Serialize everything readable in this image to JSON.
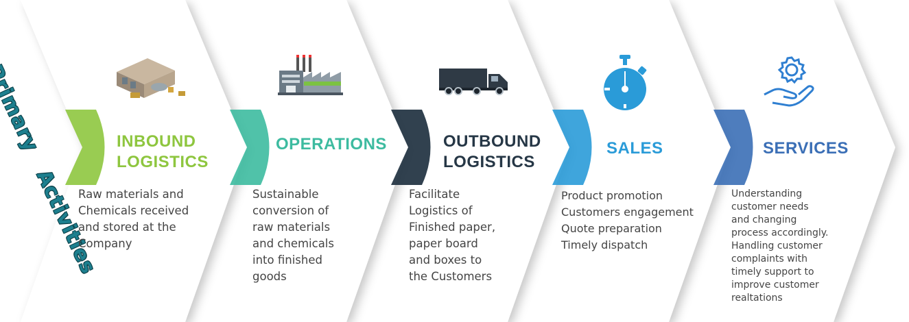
{
  "side_label": {
    "word1": "Primary",
    "word2": "Activities"
  },
  "stages": [
    {
      "title_line1": "INBOUND",
      "title_line2": "LOGISTICS",
      "color": "#8ec63f",
      "icon": "warehouse-icon",
      "description": [
        "Raw materials and",
        "Chemicals received",
        "and stored at the",
        "Company"
      ]
    },
    {
      "title_line1": "OPERATIONS",
      "title_line2": "",
      "color": "#3dbba0",
      "icon": "factory-icon",
      "description": [
        "Sustainable",
        "conversion of",
        "raw materials",
        "and chemicals",
        "into finished",
        "goods"
      ]
    },
    {
      "title_line1": "OUTBOUND",
      "title_line2": "LOGISTICS",
      "color": "#263746",
      "icon": "truck-icon",
      "description": [
        "Facilitate",
        "Logistics of",
        "Finished paper,",
        "paper board",
        "and boxes to",
        "the Customers"
      ]
    },
    {
      "title_line1": "SALES",
      "title_line2": "",
      "color": "#2a9bd8",
      "icon": "stopwatch-icon",
      "description": [
        "Product promotion",
        "Customers engagement",
        "Quote preparation",
        "Timely dispatch"
      ]
    },
    {
      "title_line1": "SERVICES",
      "title_line2": "",
      "color": "#3b6fb6",
      "icon": "gear-hand-icon",
      "description": [
        "Understanding",
        "customer needs",
        "and changing",
        "process accordingly.",
        "Handling customer",
        "complaints with",
        "timely support to",
        "improve customer",
        "realtations"
      ]
    }
  ]
}
